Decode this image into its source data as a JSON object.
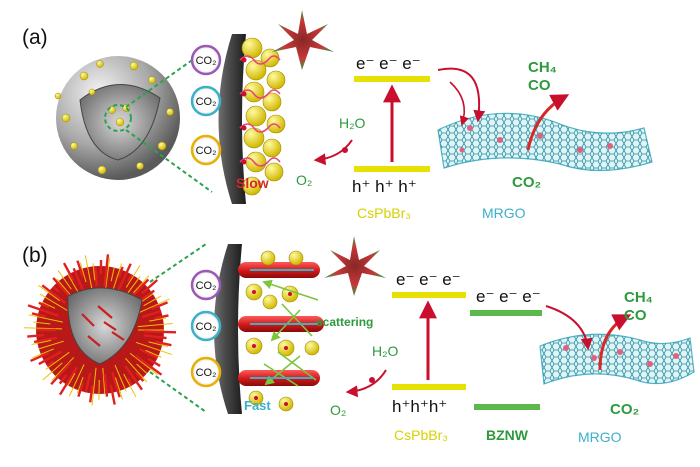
{
  "panel_a": {
    "label": "(a)",
    "molecules": [
      "CO₂",
      "CO₂",
      "CO₂"
    ],
    "rate_label": "Slow",
    "electrons": "e⁻ e⁻ e⁻",
    "holes": "h⁺ h⁺ h⁺",
    "water": "H₂O",
    "oxygen": "O₂",
    "product_1": "CH₄",
    "product_2": "CO",
    "reactant": "CO₂",
    "semiconductor": "CsPbBr₃",
    "support": "MRGO"
  },
  "panel_b": {
    "label": "(b)",
    "molecules": [
      "CO₂",
      "CO₂",
      "CO₂"
    ],
    "rate_label": "Fast",
    "scattering_label": "scattering",
    "electrons_1": "e⁻ e⁻ e⁻",
    "electrons_2": "e⁻ e⁻ e⁻",
    "holes": "h⁺h⁺h⁺",
    "water": "H₂O",
    "oxygen": "O₂",
    "product_1": "CH₄",
    "product_2": "CO",
    "reactant": "CO₂",
    "semiconductor": "CsPbBr₃",
    "nanowire": "BZNW",
    "support": "MRGO"
  },
  "colors": {
    "band_yellow": "#e8e000",
    "band_green": "#5cb84a",
    "arrow_red": "#c8102e",
    "text_green": "#2e9a3e",
    "text_cyan": "#3bb0c9",
    "text_red": "#d42a2a",
    "text_yellow": "#d8d000",
    "graphene": "#4fb6c8"
  }
}
